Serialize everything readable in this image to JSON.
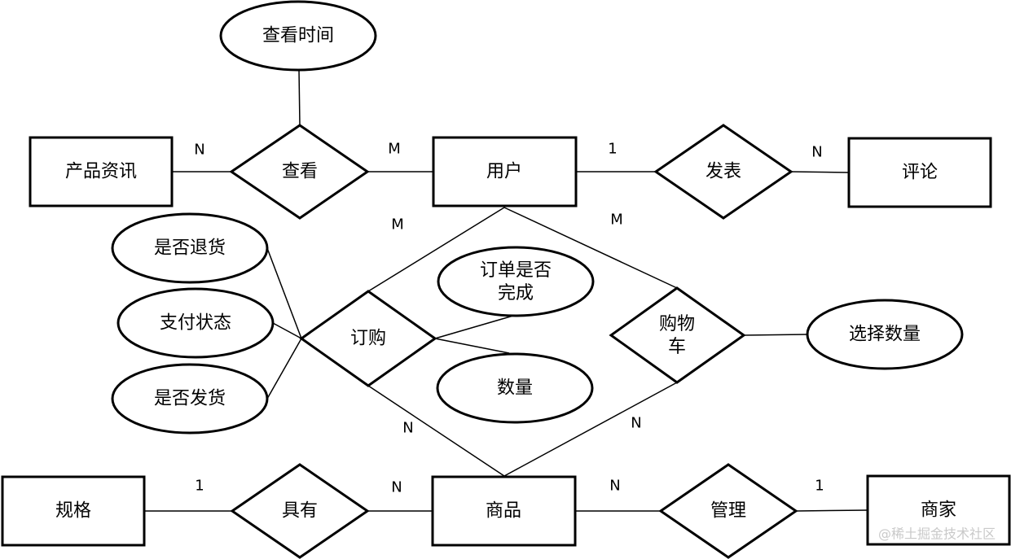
{
  "diagram": {
    "entities": [
      {
        "id": "product-info",
        "label": "产品资讯"
      },
      {
        "id": "user",
        "label": "用户"
      },
      {
        "id": "comment",
        "label": "评论"
      },
      {
        "id": "spec",
        "label": "规格"
      },
      {
        "id": "goods",
        "label": "商品"
      },
      {
        "id": "merchant",
        "label": "商家"
      }
    ],
    "relationships": [
      {
        "id": "view",
        "label": "查看"
      },
      {
        "id": "publish",
        "label": "发表"
      },
      {
        "id": "order",
        "label": "订购"
      },
      {
        "id": "cart",
        "label": "购物\n车"
      },
      {
        "id": "have",
        "label": "具有"
      },
      {
        "id": "manage",
        "label": "管理"
      }
    ],
    "attributes": [
      {
        "id": "view-time",
        "label": "查看时间"
      },
      {
        "id": "returned",
        "label": "是否退货"
      },
      {
        "id": "pay-status",
        "label": "支付状态"
      },
      {
        "id": "shipped",
        "label": "是否发货"
      },
      {
        "id": "order-complete",
        "label": "订单是否\n完成"
      },
      {
        "id": "quantity",
        "label": "数量"
      },
      {
        "id": "select-quantity",
        "label": "选择数量"
      }
    ],
    "cardinalities": [
      {
        "id": "c1",
        "label": "N"
      },
      {
        "id": "c2",
        "label": "M"
      },
      {
        "id": "c3",
        "label": "1"
      },
      {
        "id": "c4",
        "label": "N"
      },
      {
        "id": "c5",
        "label": "M"
      },
      {
        "id": "c6",
        "label": "M"
      },
      {
        "id": "c7",
        "label": "N"
      },
      {
        "id": "c8",
        "label": "N"
      },
      {
        "id": "c9",
        "label": "1"
      },
      {
        "id": "c10",
        "label": "N"
      },
      {
        "id": "c11",
        "label": "N"
      },
      {
        "id": "c12",
        "label": "1"
      }
    ],
    "watermark": "@稀土掘金技术社区"
  }
}
